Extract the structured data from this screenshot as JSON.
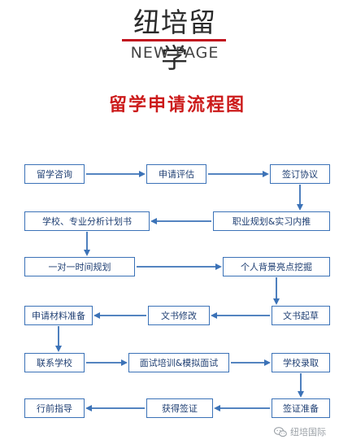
{
  "header": {
    "brand_cn": "纽培留学",
    "brand_en": "NEW PAGE"
  },
  "diagram": {
    "title": "留学申请流程图",
    "colors": {
      "box_border": "#3b72b7",
      "arrow": "#3b72b7",
      "title": "#cc1b1b",
      "brand_rule": "#c1121f"
    },
    "nodes": [
      {
        "id": "n1",
        "label": "留学咨询"
      },
      {
        "id": "n2",
        "label": "申请评估"
      },
      {
        "id": "n3",
        "label": "签订协议"
      },
      {
        "id": "n4",
        "label": "职业规划&实习内推"
      },
      {
        "id": "n5",
        "label": "学校、专业分析计划书"
      },
      {
        "id": "n6",
        "label": "一对一时间规划"
      },
      {
        "id": "n7",
        "label": "个人背景亮点挖掘"
      },
      {
        "id": "n8",
        "label": "文书起草"
      },
      {
        "id": "n9",
        "label": "文书修改"
      },
      {
        "id": "n10",
        "label": "申请材料准备"
      },
      {
        "id": "n11",
        "label": "联系学校"
      },
      {
        "id": "n12",
        "label": "面试培训&模拟面试"
      },
      {
        "id": "n13",
        "label": "学校录取"
      },
      {
        "id": "n14",
        "label": "签证准备"
      },
      {
        "id": "n15",
        "label": "获得签证"
      },
      {
        "id": "n16",
        "label": "行前指导"
      }
    ],
    "edges": [
      {
        "from": "n1",
        "to": "n2"
      },
      {
        "from": "n2",
        "to": "n3"
      },
      {
        "from": "n3",
        "to": "n4"
      },
      {
        "from": "n4",
        "to": "n5"
      },
      {
        "from": "n5",
        "to": "n6"
      },
      {
        "from": "n6",
        "to": "n7"
      },
      {
        "from": "n7",
        "to": "n8"
      },
      {
        "from": "n8",
        "to": "n9"
      },
      {
        "from": "n9",
        "to": "n10"
      },
      {
        "from": "n10",
        "to": "n11"
      },
      {
        "from": "n11",
        "to": "n12"
      },
      {
        "from": "n12",
        "to": "n13"
      },
      {
        "from": "n13",
        "to": "n14"
      },
      {
        "from": "n14",
        "to": "n15"
      },
      {
        "from": "n15",
        "to": "n16"
      }
    ]
  },
  "watermark": {
    "icon": "wechat-icon",
    "text": "纽培国际"
  }
}
